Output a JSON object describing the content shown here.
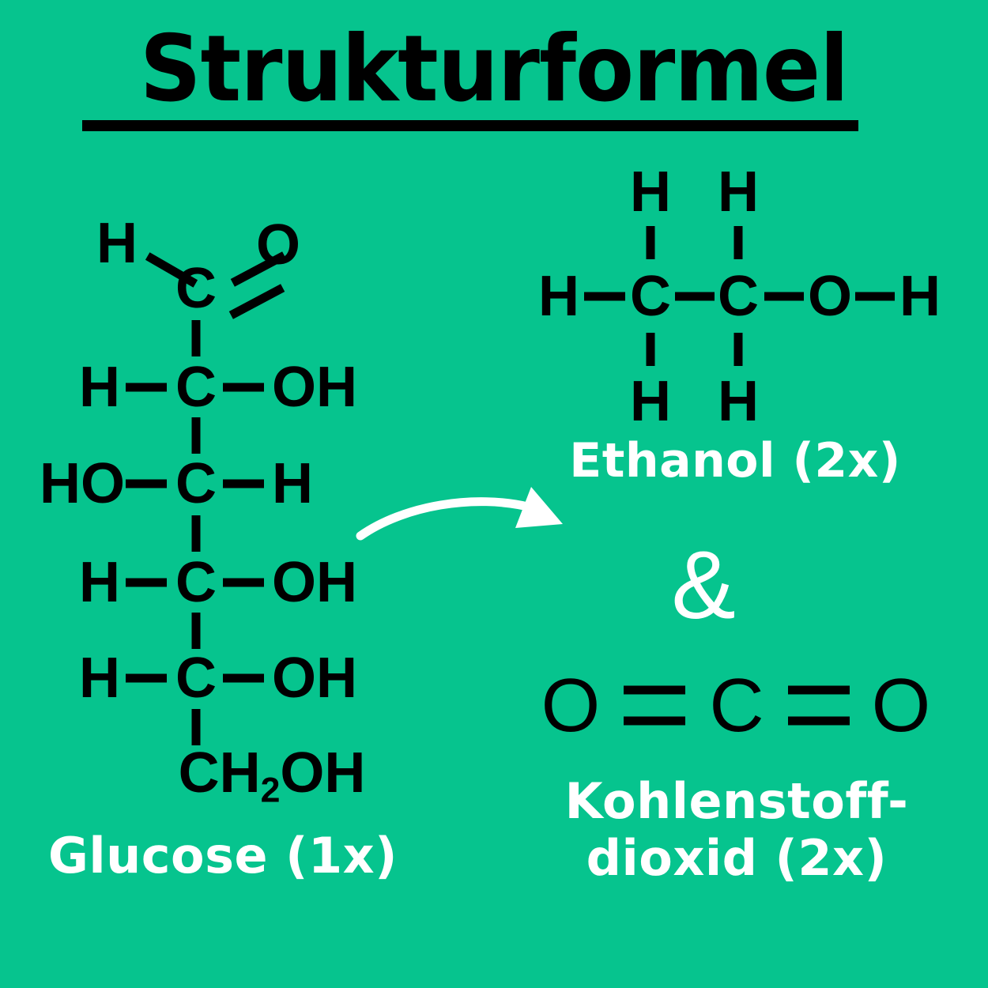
{
  "page": {
    "background_color": "#06c48e",
    "atom_color": "#000000",
    "label_color": "#ffffff"
  },
  "header": {
    "title": "Strukturformel"
  },
  "glucose": {
    "caption": "Glucose (1x)",
    "rows": [
      {
        "left": "H",
        "center": "C",
        "right": "O",
        "bond_right": "double-diagonal",
        "bond_left": "diagonal"
      },
      {
        "left": "H",
        "center": "C",
        "right": "OH",
        "bond_right": "single",
        "bond_left": "single"
      },
      {
        "left": "HO",
        "center": "C",
        "right": "H",
        "bond_right": "single",
        "bond_left": "single"
      },
      {
        "left": "H",
        "center": "C",
        "right": "OH",
        "bond_right": "single",
        "bond_left": "single"
      },
      {
        "left": "H",
        "center": "C",
        "right": "OH",
        "bond_right": "single",
        "bond_left": "single"
      }
    ],
    "terminal": "CH2OH",
    "terminal_base": "CH",
    "terminal_sub": "2",
    "terminal_tail": "OH"
  },
  "ethanol": {
    "caption": "Ethanol (2x)",
    "backbone": [
      "H",
      "C",
      "C",
      "O",
      "H"
    ],
    "top_hydrogens": [
      "H",
      "H"
    ],
    "bottom_hydrogens": [
      "H",
      "H"
    ]
  },
  "conjunction": {
    "symbol": "&"
  },
  "carbon_dioxide": {
    "caption_line1": "Kohlenstoff-",
    "caption_line2": "dioxid (2x)",
    "atoms": [
      "O",
      "C",
      "O"
    ],
    "bond_type": "double"
  },
  "arrow": {
    "name": "reaction-arrow",
    "direction": "right",
    "style": "hand-drawn-curved"
  }
}
